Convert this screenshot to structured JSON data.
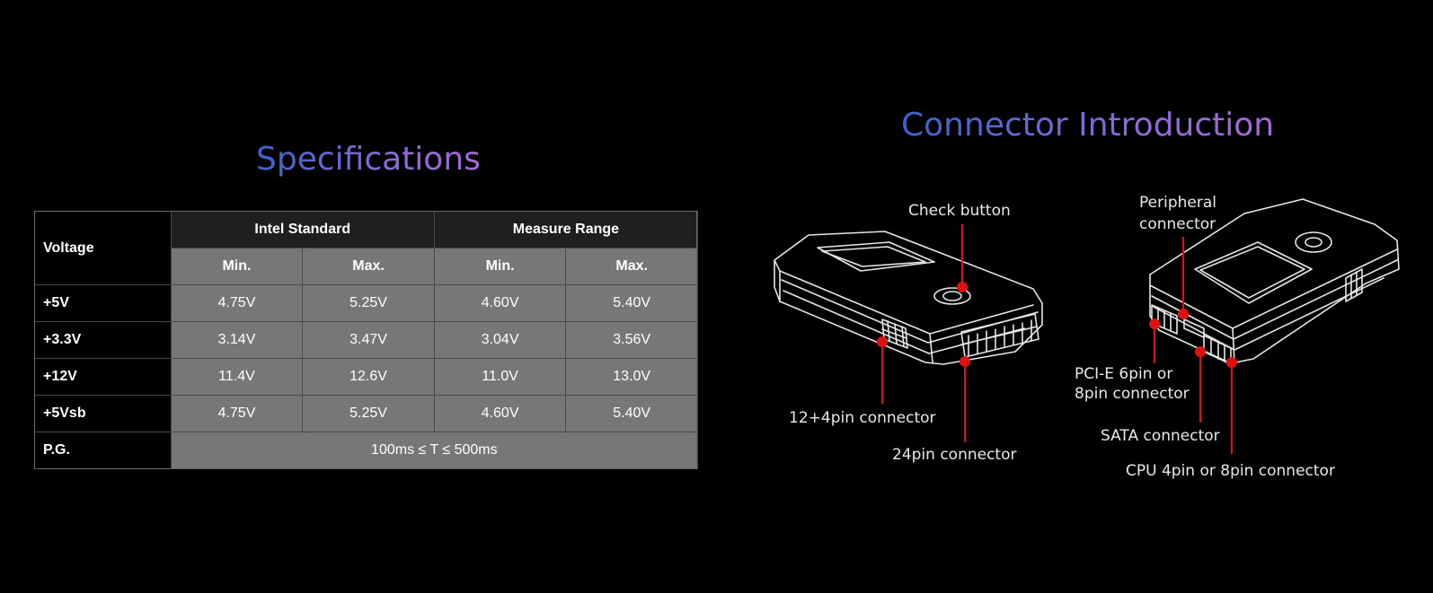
{
  "specifications": {
    "title": "Specifications",
    "voltage_header": "Voltage",
    "groups": [
      "Intel Standard",
      "Measure Range"
    ],
    "subheaders": [
      "Min.",
      "Max.",
      "Min.",
      "Max."
    ],
    "rows": [
      {
        "label": "+5V",
        "values": [
          "4.75V",
          "5.25V",
          "4.60V",
          "5.40V"
        ]
      },
      {
        "label": "+3.3V",
        "values": [
          "3.14V",
          "3.47V",
          "3.04V",
          "3.56V"
        ]
      },
      {
        "label": "+12V",
        "values": [
          "11.4V",
          "12.6V",
          "11.0V",
          "13.0V"
        ]
      },
      {
        "label": "+5Vsb",
        "values": [
          "4.75V",
          "5.25V",
          "4.60V",
          "5.40V"
        ]
      }
    ],
    "pg": {
      "label": "P.G.",
      "value": "100ms ≤ T ≤ 500ms"
    }
  },
  "connector_intro": {
    "title": "Connector Introduction",
    "labels": {
      "check_button": "Check button",
      "pin_12_4": "12+4pin connector",
      "pin_24": "24pin connector",
      "peripheral_line1": "Peripheral",
      "peripheral_line2": "connector",
      "pcie_line1": "PCI-E 6pin or",
      "pcie_line2": "8pin connector",
      "sata": "SATA connector",
      "cpu": "CPU 4pin or 8pin connector"
    }
  },
  "colors": {
    "background": "#000000",
    "title_gradient_start": "#3a63c8",
    "title_gradient_end": "#a66ad6",
    "table_cell": "#777777",
    "table_group_header": "#1f1f1f",
    "callout": "#e01010"
  }
}
